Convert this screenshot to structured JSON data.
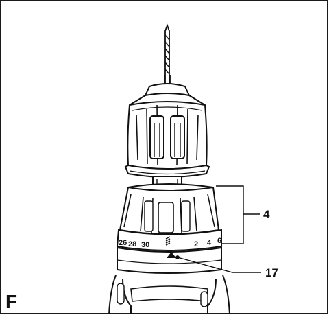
{
  "figure": {
    "letter": "F"
  },
  "callouts": [
    {
      "number": "4",
      "target": "torque-setting-ring"
    },
    {
      "number": "17",
      "target": "setting-mark"
    }
  ],
  "torque_scale": {
    "marks": [
      "26",
      "28",
      "30",
      "2",
      "4",
      "6"
    ],
    "drill_symbol": "drill-setting-icon"
  },
  "colors": {
    "ink": "#111111",
    "background": "#ffffff"
  }
}
